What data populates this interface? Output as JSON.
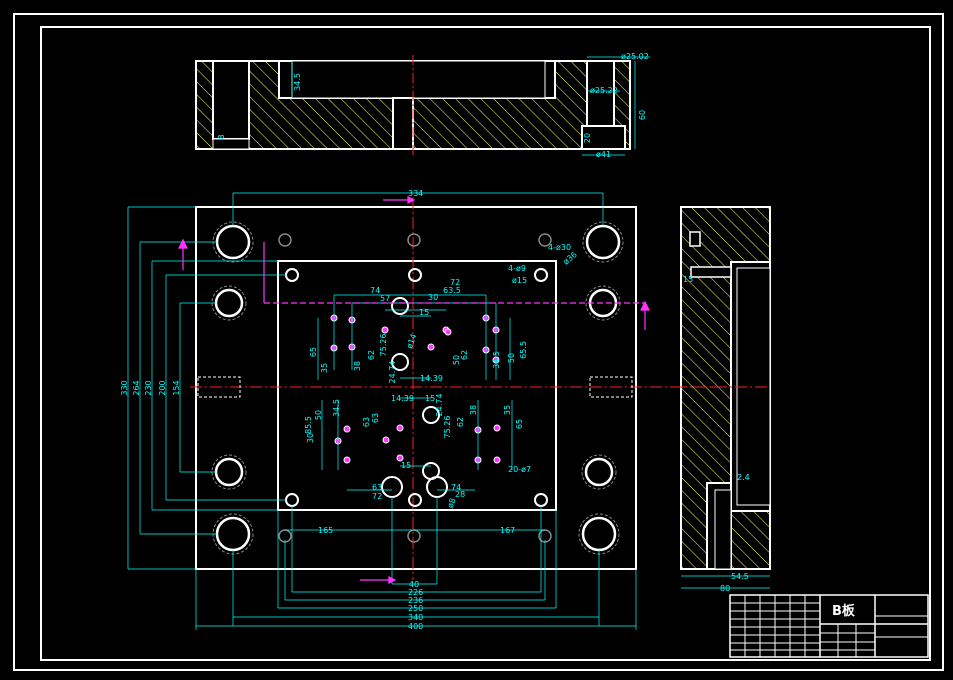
{
  "title_block": {
    "drawing_name": "B板"
  },
  "colors": {
    "outline": "#ffffff",
    "dimension": "#00ffff",
    "hatch": "#ffff66",
    "centerline": "#ff2020",
    "marker": "#ff33ff",
    "background": "#000000"
  },
  "top_view": {
    "labels": {
      "depth": "34.5",
      "dia_top": "ø25.02",
      "dia_mid": "ø25.22",
      "dia_bottom": "ø41",
      "height_right": "60",
      "small_left": "8",
      "small_mid": "20"
    }
  },
  "plan_view": {
    "horizontal_top": [
      "334",
      "72",
      "63.5",
      "74",
      "57",
      "30",
      "15"
    ],
    "horizontal_bottom": [
      "40",
      "226",
      "236",
      "250",
      "340",
      "400"
    ],
    "left_vertical": [
      "330",
      "264",
      "230",
      "200",
      "154"
    ],
    "mid_labels": [
      "165",
      "167",
      "14.39",
      "14.39",
      "24.74",
      "24.74",
      "75.26",
      "75.26"
    ],
    "hole_callouts": [
      "4-ø30",
      "ø36",
      "4-ø9",
      "ø15",
      "20-ø7",
      "ø14",
      "ø8"
    ],
    "inner_vertical": [
      "65",
      "35",
      "62",
      "38",
      "50",
      "62",
      "50",
      "34.5",
      "65.5",
      "65",
      "35",
      "62",
      "38",
      "63",
      "34.5",
      "50",
      "30",
      "85.5",
      "63"
    ],
    "misc": [
      "15",
      "63",
      "72",
      "74",
      "28",
      "15"
    ]
  },
  "side_view": {
    "labels": {
      "width": "54.5",
      "total": "80",
      "gap": "2.4",
      "small": "15"
    }
  }
}
